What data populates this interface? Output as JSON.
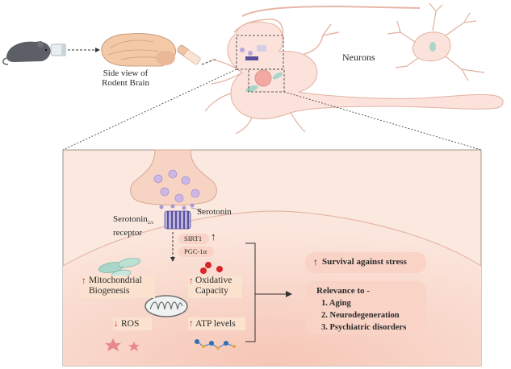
{
  "labels": {
    "side_view_line1": "Side view of",
    "side_view_line2": "Rodent Brain",
    "neurons": "Neurons",
    "serotonin": "Serotonin",
    "receptor_line1": "Serotonin",
    "receptor_subscript": "2A",
    "receptor_line2": "receptor",
    "sirt1": "SIRT1",
    "pgc": "PGC-1α",
    "mito_line1": "Mitochondrial",
    "mito_line2": "Biogenesis",
    "ox_line1": "Oxidative",
    "ox_line2": "Capacity",
    "ros": "ROS",
    "atp": "ATP levels",
    "survival": "Survival against stress",
    "relevance_title": "Relevance to -",
    "relevance_items": [
      "1. Aging",
      "2. Neurodegeneration",
      "3. Psychiatric disorders"
    ]
  },
  "arrows": {
    "up": "↑",
    "down": "↓"
  },
  "colors": {
    "panel_fill": "#fbe9e0",
    "cell_fill": "#f8d5c8",
    "neuron_fill": "#fbe3dc",
    "label_box": "#fbe2cf",
    "pill_fill": "#f9d3c6",
    "accent_red": "#d7262b",
    "mito_green": "#a9d6c8",
    "receptor_purple": "#5b4f9c"
  }
}
